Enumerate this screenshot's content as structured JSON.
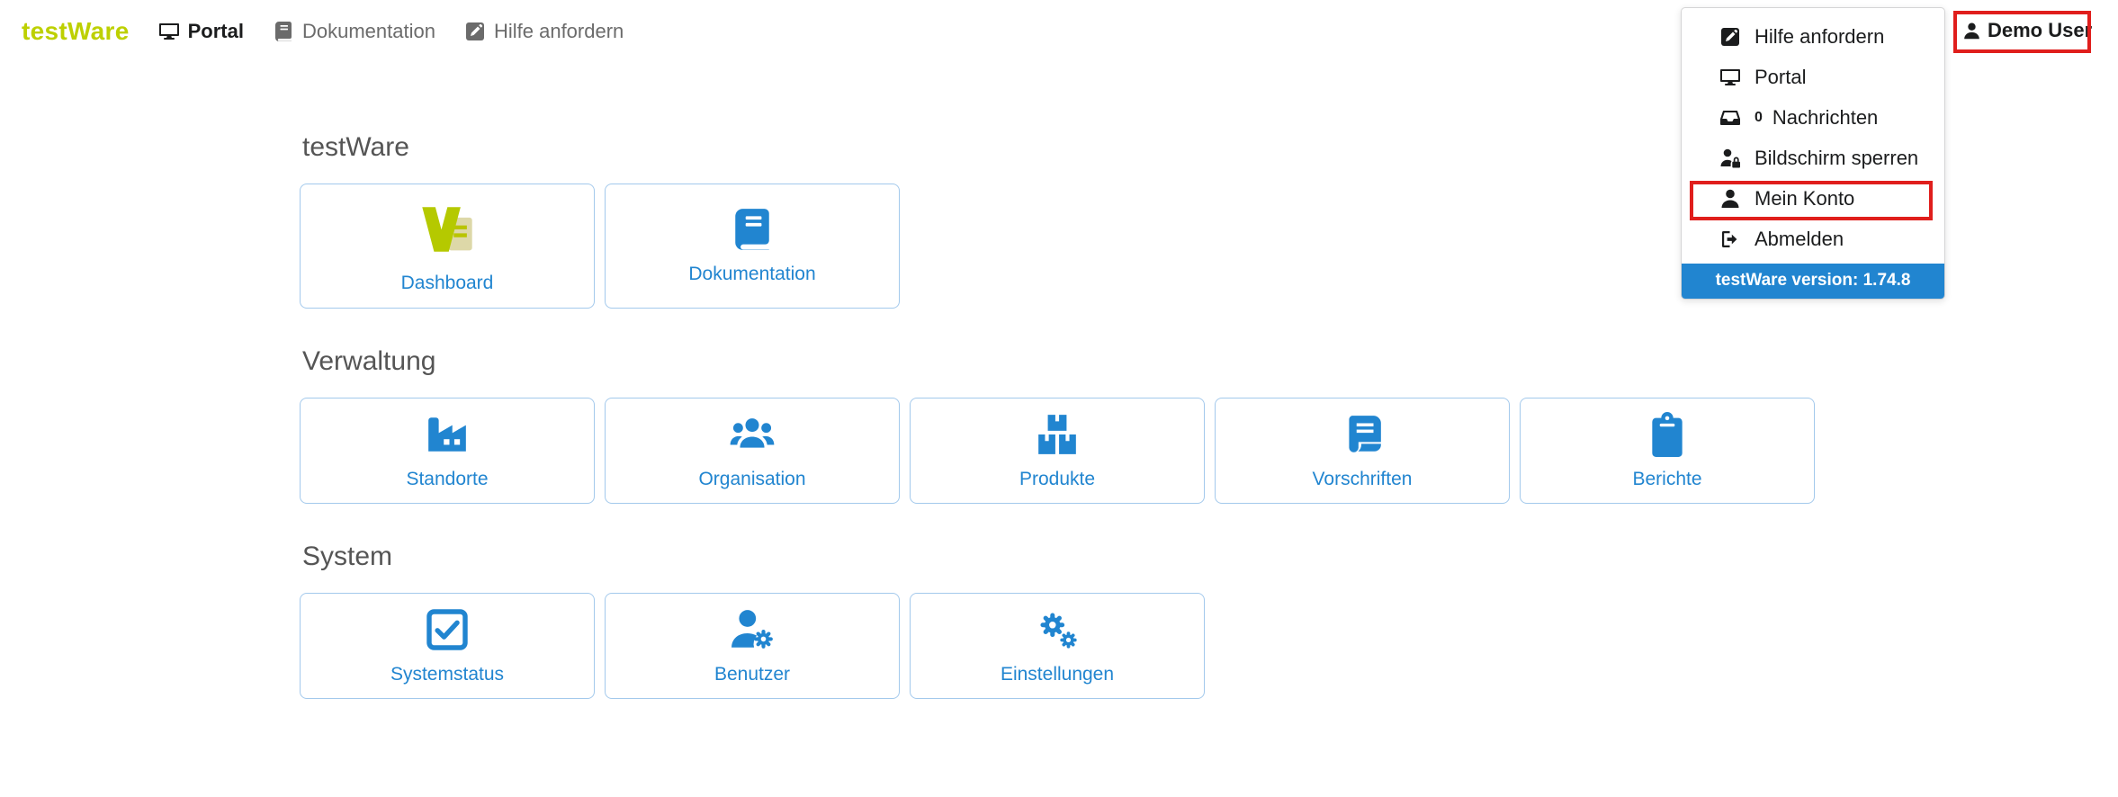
{
  "brand": {
    "logo_text": "testWare"
  },
  "topnav": {
    "items": [
      {
        "label": "Portal",
        "icon": "desktop-icon"
      },
      {
        "label": "Dokumentation",
        "icon": "book-icon"
      },
      {
        "label": "Hilfe anfordern",
        "icon": "pen-square-icon"
      }
    ],
    "user": {
      "label": "Demo User",
      "icon": "user-icon"
    }
  },
  "user_menu": {
    "items": [
      {
        "label": "Hilfe anfordern",
        "icon": "pen-square-icon"
      },
      {
        "label": "Portal",
        "icon": "desktop-icon"
      },
      {
        "label": "Nachrichten",
        "count": "0",
        "icon": "inbox-icon"
      },
      {
        "label": "Bildschirm sperren",
        "icon": "user-lock-icon"
      },
      {
        "label": "Mein Konto",
        "icon": "user-icon",
        "highlighted": true
      },
      {
        "label": "Abmelden",
        "icon": "sign-out-icon"
      }
    ],
    "version_text": "testWare version: 1.74.8"
  },
  "sections": [
    {
      "title": "testWare",
      "cards": [
        {
          "label": "Dashboard",
          "icon": "testware-logo-icon"
        },
        {
          "label": "Dokumentation",
          "icon": "book-icon"
        }
      ]
    },
    {
      "title": "Verwaltung",
      "cards": [
        {
          "label": "Standorte",
          "icon": "industry-icon"
        },
        {
          "label": "Organisation",
          "icon": "users-icon"
        },
        {
          "label": "Produkte",
          "icon": "boxes-icon"
        },
        {
          "label": "Vorschriften",
          "icon": "scroll-icon"
        },
        {
          "label": "Berichte",
          "icon": "clipboard-icon"
        }
      ]
    },
    {
      "title": "System",
      "cards": [
        {
          "label": "Systemstatus",
          "icon": "check-square-icon"
        },
        {
          "label": "Benutzer",
          "icon": "user-gear-icon"
        },
        {
          "label": "Einstellungen",
          "icon": "gears-icon"
        }
      ]
    }
  ],
  "annotations": [
    {
      "target": "Demo User"
    },
    {
      "target": "Mein Konto"
    }
  ],
  "colors": {
    "accent_blue": "#2185d0",
    "card_border": "#a3c9ec",
    "brand_green": "#bdd000",
    "annotation_red": "#e01e1c",
    "version_bar_bg": "#2185d0",
    "section_title_gray": "#555555"
  }
}
